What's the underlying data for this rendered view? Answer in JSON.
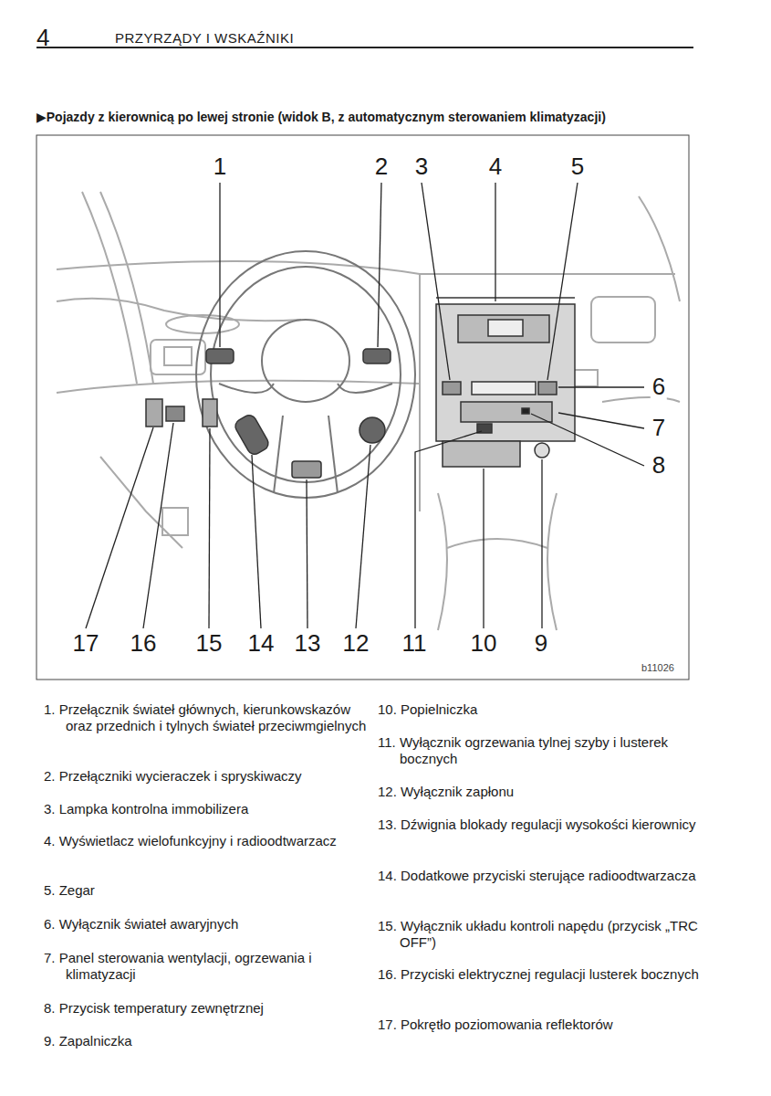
{
  "diagram": {
    "title": "▶Pojazdy z kierownicą po lewej stronie (widok B, z automatycznym sterowaniem klimatyzacji)",
    "labels": [
      "4",
      "PRZYRZĄDY I WSKAŹNIKI",
      "1",
      "2",
      "3",
      "4",
      "5",
      "6",
      "7",
      "8",
      "17",
      "16",
      "15",
      "14",
      "13",
      "12",
      "11",
      "10",
      "9",
      "b11026",
      "1. Przełącznik świateł głównych, kierunkowskazów oraz przednich i tylnych świateł przeciwmgielnych",
      "2. Przełączniki wycieraczek i spryskiwaczy",
      "3. Lampka kontrolna immobilizera",
      "4. Wyświetlacz wielofunkcyjny i radioodtwarzacz",
      "5. Zegar",
      "6. Wyłącznik świateł awaryjnych",
      "7. Panel sterowania wentylacji, ogrzewania i klimatyzacji",
      "8. Przycisk temperatury zewnętrznej",
      "9. Zapalniczka",
      "10. Popielniczka",
      "11. Wyłącznik ogrzewania tylnej szyby i lusterek bocznych",
      "12. Wyłącznik zapłonu",
      "13. Dźwignia blokady regulacji wysokości kierownicy",
      "14. Dodatkowe przyciski sterujące radioodtwarzacza",
      "15. Wyłącznik układu kontroli napędu (przycisk „TRC OFF”)",
      "16. Przyciski elektrycznej regulacji lusterek bocznych",
      "17. Pokrętło poziomowania reflektorów"
    ]
  }
}
